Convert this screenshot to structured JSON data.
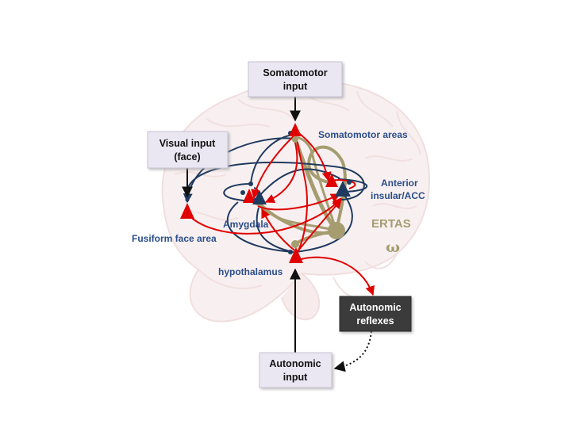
{
  "colors": {
    "excitatory": "#e00000",
    "inhibitory": "#1f3a5f",
    "ertas": "#a59d70",
    "label_blue": "#2a4d8a",
    "box_light": "#eae6f2",
    "box_dark": "#3a3a3a",
    "brain_fill": "#f2dede",
    "brain_line": "#e2bcbc"
  },
  "boxes": {
    "somatomotor_input": [
      "Somatomotor",
      "input"
    ],
    "visual_input": [
      "Visual input",
      "(face)"
    ],
    "autonomic_input": [
      "Autonomic",
      "input"
    ],
    "autonomic_reflexes": [
      "Autonomic",
      "reflexes"
    ]
  },
  "labels": {
    "somatomotor_areas": "Somatomotor areas",
    "anterior_insular": [
      "Anterior",
      "insular/ACC"
    ],
    "amygdala": "Amygdala",
    "fusiform_face_area": "Fusiform face area",
    "hypothalamus": "hypothalamus",
    "ertas": "ERTAS",
    "omega": "ω"
  },
  "icons": {
    "excitatory_neuron": "red-triangle-neuron-icon",
    "inhibitory_neuron": "navy-triangle-neuron-icon",
    "ertas_hub": "olive-circle-hub-icon"
  }
}
